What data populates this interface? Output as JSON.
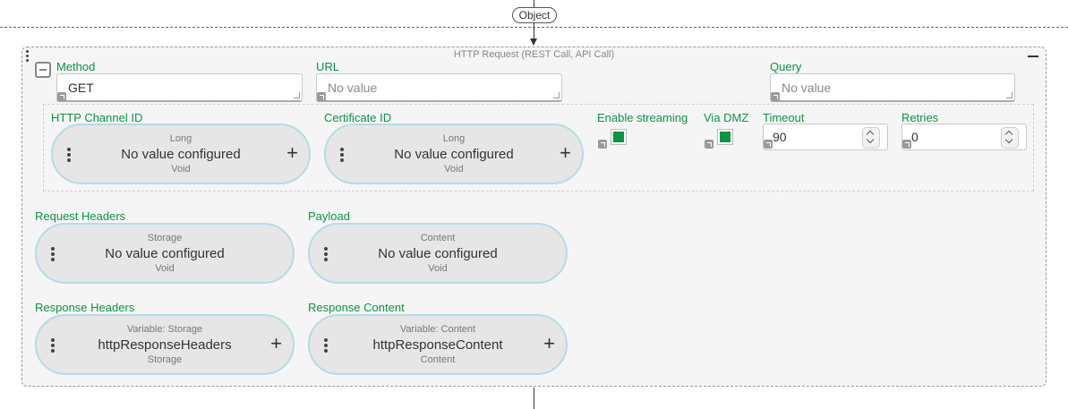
{
  "connector": {
    "label": "Object"
  },
  "panel": {
    "title": "HTTP Request (REST Call, API Call)"
  },
  "method": {
    "label": "Method",
    "value": "GET"
  },
  "url": {
    "label": "URL",
    "placeholder": "No value"
  },
  "query": {
    "label": "Query",
    "placeholder": "No value"
  },
  "http_channel": {
    "label": "HTTP Channel ID",
    "type": "Long",
    "value": "No value configured",
    "sub": "Void"
  },
  "certificate": {
    "label": "Certificate ID",
    "type": "Long",
    "value": "No value configured",
    "sub": "Void"
  },
  "enable_streaming": {
    "label": "Enable streaming",
    "checked": true
  },
  "via_dmz": {
    "label": "Via DMZ",
    "checked": true
  },
  "timeout": {
    "label": "Timeout",
    "value": "90"
  },
  "retries": {
    "label": "Retries",
    "value": "0"
  },
  "request_headers": {
    "label": "Request Headers",
    "type": "Storage",
    "value": "No value configured",
    "sub": "Void"
  },
  "payload": {
    "label": "Payload",
    "type": "Content",
    "value": "No value configured",
    "sub": "Void"
  },
  "response_headers": {
    "label": "Response Headers",
    "type": "Variable: Storage",
    "value": "httpResponseHeaders",
    "sub": "Storage"
  },
  "response_content": {
    "label": "Response Content",
    "type": "Variable: Content",
    "value": "httpResponseContent",
    "sub": "Content"
  },
  "colors": {
    "label_green": "#0b9444",
    "pill_border": "#b4dbe6",
    "check_green": "#0b9444"
  }
}
